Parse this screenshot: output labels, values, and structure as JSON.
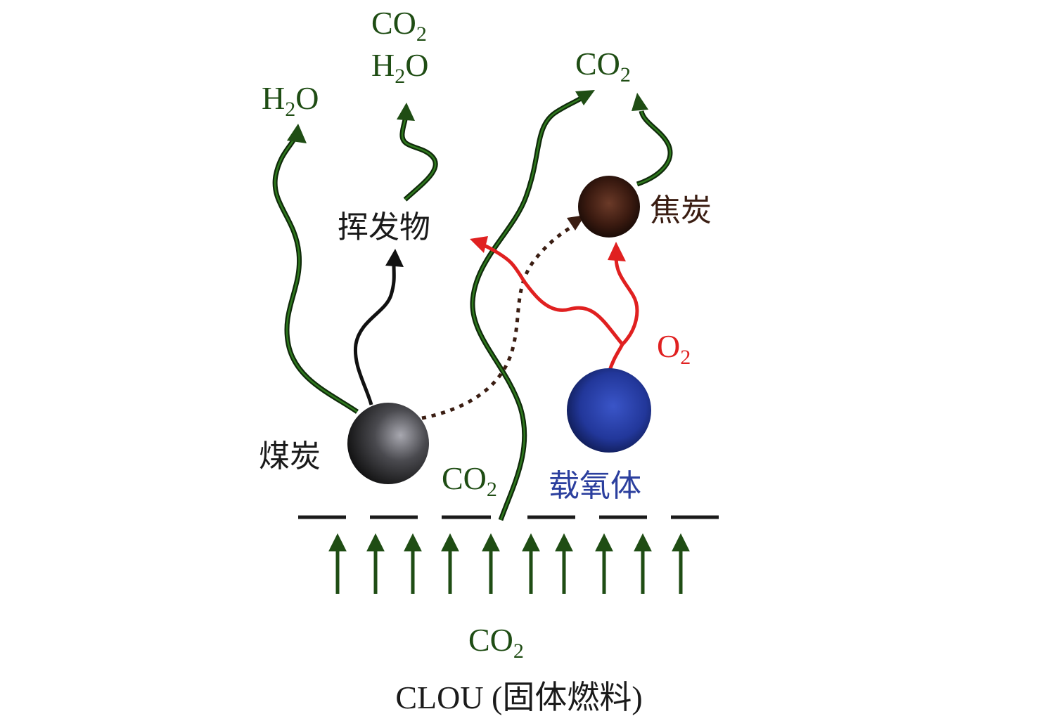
{
  "colors": {
    "co2_green": "#1f4d14",
    "o2_red": "#e02020",
    "carrier_blue": "#2b3f9e",
    "char_brown": "#3a1d12",
    "coal_gray": "#3a3a3a",
    "text_black": "#1a1a1a"
  },
  "labels": {
    "h2o_left": {
      "main": "H",
      "sub": "2",
      "tail": "O"
    },
    "co2_middle": {
      "main": "CO",
      "sub": "2"
    },
    "h2o_middle": {
      "main": "H",
      "sub": "2",
      "tail": "O"
    },
    "co2_right": {
      "main": "CO",
      "sub": "2"
    },
    "volatiles": "挥发物",
    "char": "焦炭",
    "o2": {
      "main": "O",
      "sub": "2"
    },
    "coal": "煤炭",
    "co2_bottom_mid": {
      "main": "CO",
      "sub": "2"
    },
    "oxygen_carrier": "载氧体",
    "co2_inlet": {
      "main": "CO",
      "sub": "2"
    }
  },
  "caption": "CLOU (固体燃料)"
}
